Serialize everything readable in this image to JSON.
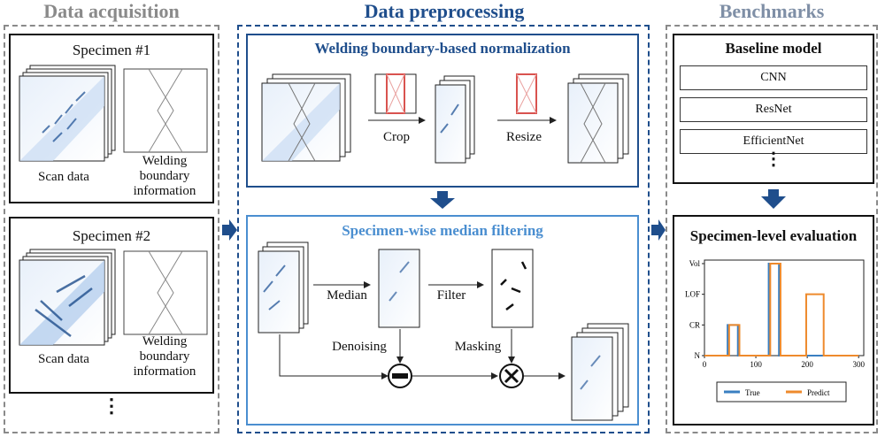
{
  "titles": {
    "acquisition": "Data acquisition",
    "preprocessing": "Data preprocessing",
    "benchmarks": "Benchmarks"
  },
  "acquisition": {
    "specimens": [
      {
        "title": "Specimen #1",
        "scan_label": "Scan data",
        "boundary_label": "Welding boundary information"
      },
      {
        "title": "Specimen #2",
        "scan_label": "Scan data",
        "boundary_label": "Welding boundary information"
      }
    ],
    "more": "⋮"
  },
  "normalization": {
    "title": "Welding boundary-based normalization",
    "crop_label": "Crop",
    "resize_label": "Resize"
  },
  "filtering": {
    "title": "Specimen-wise median filtering",
    "median_label": "Median",
    "filter_label": "Filter",
    "denoising_label": "Denoising",
    "masking_label": "Masking"
  },
  "benchmarks": {
    "baseline_title": "Baseline model",
    "models": [
      "CNN",
      "ResNet",
      "EfficientNet"
    ],
    "more": "⋮",
    "evaluation_title": "Specimen-level evaluation"
  },
  "chart_data": {
    "type": "line",
    "y_categories": [
      "N",
      "CR",
      "LOF",
      "Vol"
    ],
    "x_ticks": [
      0,
      100,
      200,
      300
    ],
    "xlim": [
      0,
      310
    ],
    "series": [
      {
        "name": "True",
        "color": "#3a7fc1",
        "x": [
          0,
          45,
          45,
          65,
          65,
          125,
          125,
          145,
          145,
          300
        ],
        "y": [
          0,
          0,
          1,
          1,
          0,
          0,
          3,
          3,
          0,
          0
        ]
      },
      {
        "name": "Predict",
        "color": "#ee8a2c",
        "x": [
          0,
          48,
          48,
          68,
          68,
          128,
          128,
          148,
          148,
          198,
          198,
          232,
          232,
          300
        ],
        "y": [
          0,
          0,
          1,
          1,
          0,
          0,
          3,
          3,
          0,
          0,
          2,
          2,
          0,
          0
        ]
      }
    ],
    "legend": "bottom-center"
  },
  "colors": {
    "dark_blue": "#1f4e8c",
    "light_blue": "#4a8ed0",
    "gray": "#8a8a8a",
    "crop_red": "#d9534f"
  }
}
